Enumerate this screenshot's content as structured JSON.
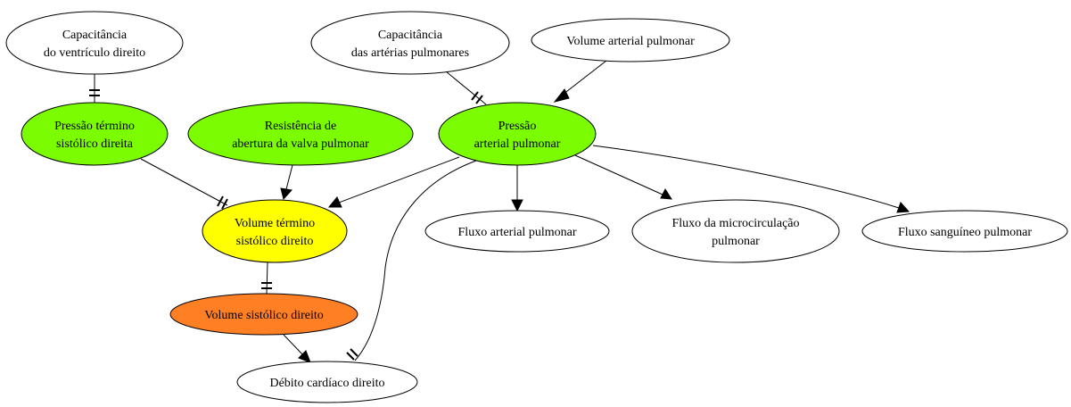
{
  "diagram": {
    "nodes": {
      "cap_vd": {
        "lines": [
          "Capacitância",
          "do ventrículo direito"
        ],
        "fill": "#ffffff"
      },
      "cap_ap": {
        "lines": [
          "Capacitância",
          "das artérias pulmonares"
        ],
        "fill": "#ffffff"
      },
      "vol_ap": {
        "lines": [
          "Volume arterial pulmonar"
        ],
        "fill": "#ffffff"
      },
      "pts_d": {
        "lines": [
          "Pressão término",
          "sistólico direita"
        ],
        "fill": "#7cfc00"
      },
      "res_vp": {
        "lines": [
          "Resistência de",
          "abertura da valva pulmonar"
        ],
        "fill": "#7cfc00"
      },
      "pap": {
        "lines": [
          "Pressão",
          "arterial pulmonar"
        ],
        "fill": "#7cfc00"
      },
      "vts_d": {
        "lines": [
          "Volume término",
          "sistólico direito"
        ],
        "fill": "#ffff00"
      },
      "fap": {
        "lines": [
          "Fluxo arterial pulmonar"
        ],
        "fill": "#ffffff"
      },
      "fmp": {
        "lines": [
          "Fluxo da microcirculação",
          "pulmonar"
        ],
        "fill": "#ffffff"
      },
      "fsp": {
        "lines": [
          "Fluxo sanguíneo pulmonar"
        ],
        "fill": "#ffffff"
      },
      "vs_d": {
        "lines": [
          "Volume sistólico direito"
        ],
        "fill": "#ff7f24"
      },
      "dc_d": {
        "lines": [
          "Débito cardíaco direito"
        ],
        "fill": "#ffffff"
      }
    },
    "edges": [
      {
        "from": "cap_vd",
        "to": "pts_d",
        "type": "tee"
      },
      {
        "from": "cap_ap",
        "to": "pap",
        "type": "tee"
      },
      {
        "from": "vol_ap",
        "to": "pap",
        "type": "arrow"
      },
      {
        "from": "pts_d",
        "to": "vts_d",
        "type": "tee"
      },
      {
        "from": "res_vp",
        "to": "vts_d",
        "type": "arrow"
      },
      {
        "from": "pap",
        "to": "vts_d",
        "type": "arrow"
      },
      {
        "from": "pap",
        "to": "fap",
        "type": "arrow"
      },
      {
        "from": "pap",
        "to": "fmp",
        "type": "arrow"
      },
      {
        "from": "pap",
        "to": "fsp",
        "type": "arrow"
      },
      {
        "from": "pap",
        "to": "dc_d",
        "type": "tee"
      },
      {
        "from": "vts_d",
        "to": "vs_d",
        "type": "tee"
      },
      {
        "from": "vs_d",
        "to": "dc_d",
        "type": "arrow"
      }
    ]
  }
}
